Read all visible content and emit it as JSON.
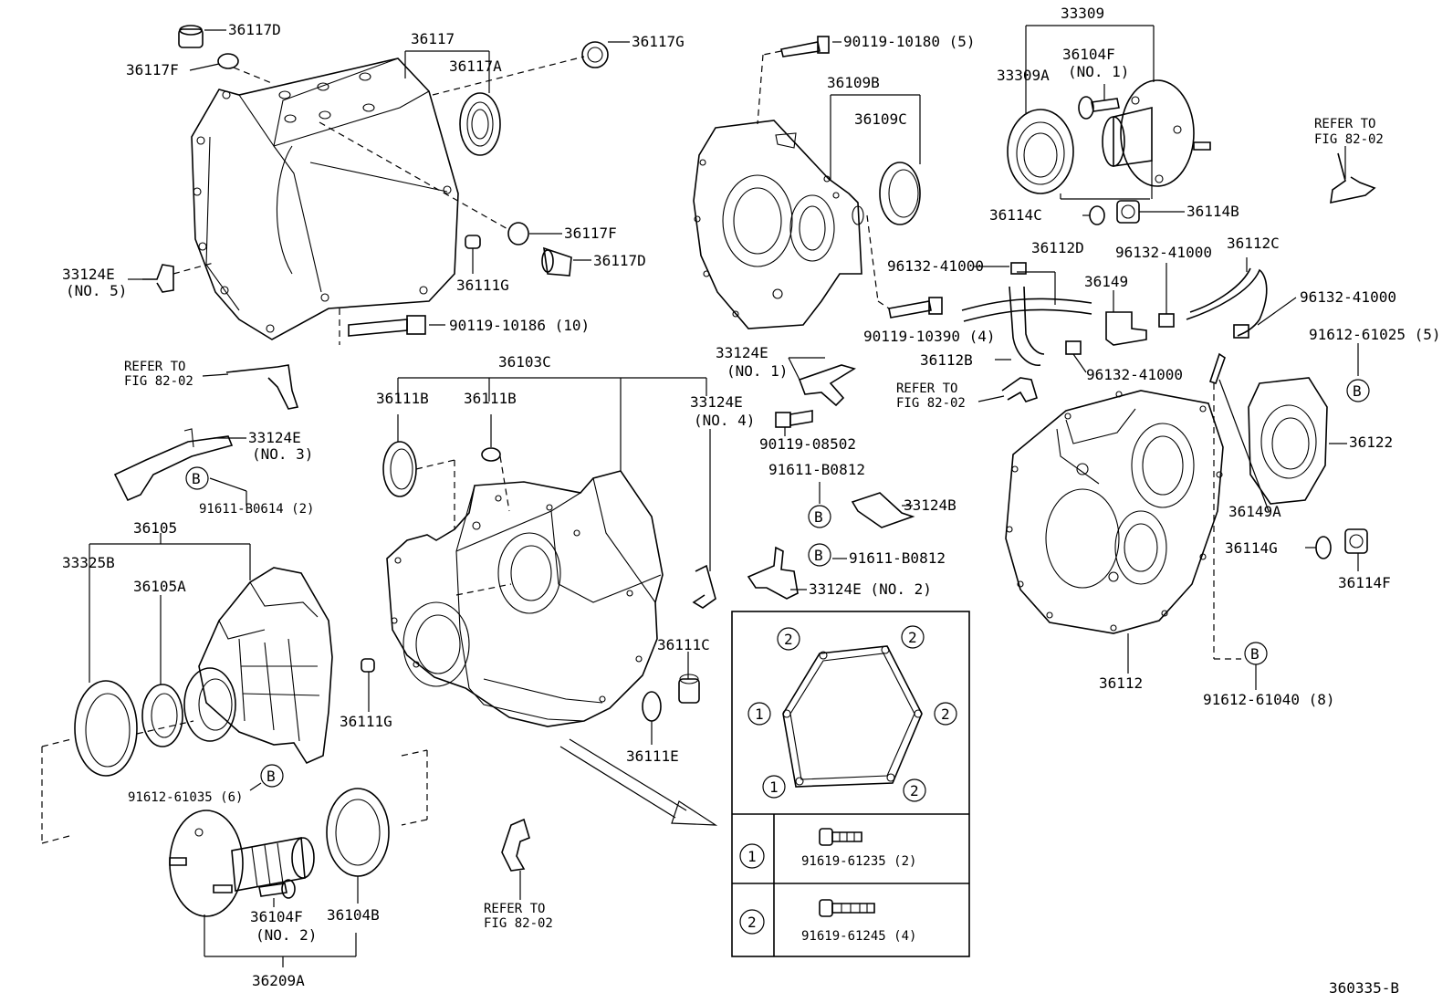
{
  "diagram": {
    "figure_code": "360335-B",
    "parts": {
      "p36117D_a": "36117D",
      "p36117F_a": "36117F",
      "p36117": "36117",
      "p36117A": "36117A",
      "p36117G": "36117G",
      "p36117F_b": "36117F",
      "p36117D_b": "36117D",
      "p33124E_5": "33124E",
      "p33124E_5n": "(NO. 5)",
      "p36111G_a": "36111G",
      "p90119_10186": "90119-10186 (10)",
      "p90119_10180": "90119-10180 (5)",
      "p36109B": "36109B",
      "p36109C": "36109C",
      "p33309": "33309",
      "p36104F_1": "36104F",
      "p36104F_1n": "(NO. 1)",
      "p33309A": "33309A",
      "p36114C": "36114C",
      "p36114B": "36114B",
      "p96132_a": "96132-41000",
      "p36112D": "36112D",
      "p96132_b": "96132-41000",
      "p36112C": "36112C",
      "p96132_c": "96132-41000",
      "p36149": "36149",
      "p90119_10390": "90119-10390 (4)",
      "p36112B": "36112B",
      "p96132_d": "96132-41000",
      "p91612_61025": "91612-61025 (5)",
      "p36122": "36122",
      "p36149A": "36149A",
      "p36114G": "36114G",
      "p36114F": "36114F",
      "p36112": "36112",
      "p91612_61040": "91612-61040 (8)",
      "p36103C": "36103C",
      "p36111B_a": "36111B",
      "p36111B_b": "36111B",
      "p33124E_4": "33124E",
      "p33124E_4n": "(NO. 4)",
      "p33124E_1": "33124E",
      "p33124E_1n": "(NO. 1)",
      "p90119_08502": "90119-08502",
      "p91611_B0812_a": "91611-B0812",
      "p33124B": "33124B",
      "p91611_B0812_b": "91611-B0812",
      "p33124E_2": "33124E (NO. 2)",
      "p33124E_3": "33124E",
      "p33124E_3n": "(NO. 3)",
      "p91611_B0614": "91611-B0614 (2)",
      "p36105": "36105",
      "p33325B": "33325B",
      "p36105A": "36105A",
      "p36111G_b": "36111G",
      "p91612_61035": "91612-61035 (6)",
      "p36111C": "36111C",
      "p36111E": "36111E",
      "p36104F_2": "36104F",
      "p36104F_2n": "(NO. 2)",
      "p36104B": "36104B",
      "p36209A": "36209A"
    },
    "refer": {
      "r1_line1": "REFER TO",
      "r1_line2": "FIG 82-02",
      "r2_line1": "REFER TO",
      "r2_line2": "FIG 82-02",
      "r3_line1": "REFER TO",
      "r3_line2": "FIG 82-02",
      "r4_line1": "REFER TO",
      "r4_line2": "FIG 82-02"
    },
    "markers": {
      "b": "B",
      "one": "1",
      "two": "2"
    },
    "legend": {
      "row1_symbol": "1",
      "row1_part": "91619-61235 (2)",
      "row2_symbol": "2",
      "row2_part": "91619-61245 (4)"
    }
  }
}
